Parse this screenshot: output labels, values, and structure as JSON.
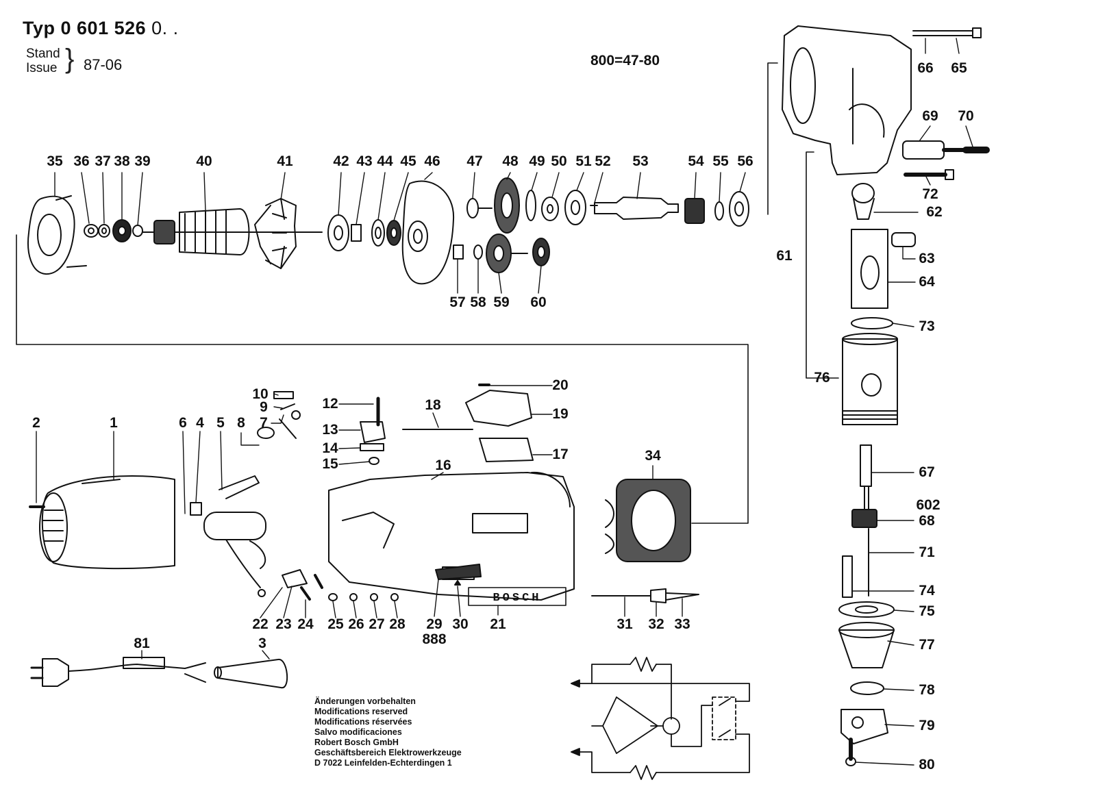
{
  "header": {
    "typ_prefix": "Typ",
    "typ_number": "0 601 526",
    "typ_suffix": "0. .",
    "stand_label": "Stand",
    "issue_label": "Issue",
    "date": "87-06",
    "reference": "800=47-80"
  },
  "brand_label": "BOSCH",
  "notes": [
    "Änderungen vorbehalten",
    "Modifications reserved",
    "Modifications réservées",
    "Salvo modificaciones",
    "Robert Bosch GmbH",
    "Geschäftsbereich Elektrowerkzeuge",
    "D 7022 Leinfelden-Echterdingen 1"
  ],
  "part_labels": [
    "1",
    "2",
    "3",
    "4",
    "5",
    "6",
    "7",
    "8",
    "9",
    "10",
    "12",
    "13",
    "14",
    "15",
    "16",
    "17",
    "18",
    "19",
    "20",
    "21",
    "22",
    "23",
    "24",
    "25",
    "26",
    "27",
    "28",
    "29",
    "30",
    "31",
    "32",
    "33",
    "34",
    "35",
    "36",
    "37",
    "38",
    "39",
    "40",
    "41",
    "42",
    "43",
    "44",
    "45",
    "46",
    "47",
    "48",
    "49",
    "50",
    "51",
    "52",
    "53",
    "54",
    "55",
    "56",
    "57",
    "58",
    "59",
    "60",
    "61",
    "62",
    "63",
    "64",
    "65",
    "66",
    "67",
    "68",
    "69",
    "70",
    "71",
    "72",
    "73",
    "74",
    "75",
    "76",
    "77",
    "78",
    "79",
    "80",
    "81",
    "602",
    "888"
  ]
}
